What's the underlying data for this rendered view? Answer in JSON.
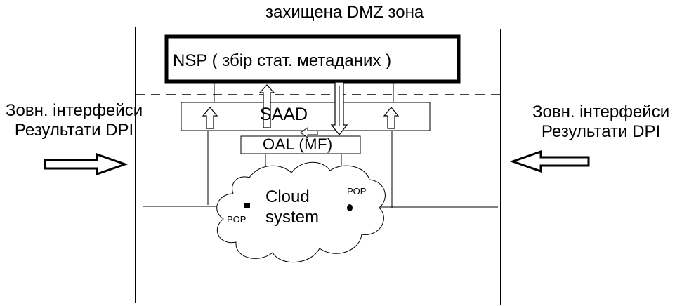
{
  "zone_title": "захищена DMZ зона",
  "external_left": {
    "line1": "Зовн. інтерфейси",
    "line2": "Результати DPI"
  },
  "external_right": {
    "line1": "Зовн. інтерфейси",
    "line2": "Результати DPI"
  },
  "nsp_label": "NSP ( збір стат. метаданих )",
  "saad_label": "SAAD",
  "oal_label": "OAL  (MF)",
  "cloud": {
    "line1": "Cloud",
    "line2": "system"
  },
  "pop_left": "POP",
  "pop_right": "POP",
  "colors": {
    "stroke": "#000000",
    "background": "#ffffff"
  }
}
